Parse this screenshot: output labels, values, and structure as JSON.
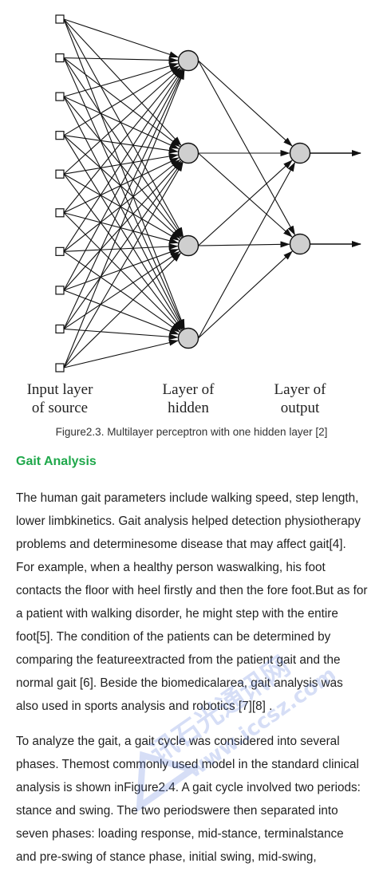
{
  "figure": {
    "input_label": [
      "Input layer",
      "of source"
    ],
    "hidden_label": [
      "Layer of",
      "hidden"
    ],
    "output_label": [
      "Layer of",
      "output"
    ],
    "input_nodes": 10,
    "hidden_nodes": 4,
    "output_nodes": 2,
    "caption": "Figure2.3. Multilayer perceptron with one hidden layer [2]"
  },
  "section": {
    "heading": "Gait Analysis",
    "heading_color": "#1fa84b"
  },
  "paragraph1": [
    "The human gait parameters include walking speed, step length,",
    "lower limbkinetics. Gait analysis helped detection physiotherapy",
    "problems and determinesome disease that may affect gait[4].",
    "For example, when a healthy person waswalking, his foot",
    "contacts the floor with heel firstly and then the fore foot.But as for",
    "a patient with walking disorder, he might step with the entire",
    "foot[5]. The condition of the patients can be determined by",
    "comparing the featureextracted from the patient gait and the",
    "normal gait [6]. Beside the biomedicalarea, gait analysis was",
    "also used in sports analysis and robotics [7][8] ."
  ],
  "paragraph2": [
    "To analyze the gait, a gait cycle was considered into several",
    "phases. Themost commonly used model in the standard clinical",
    "analysis is shown inFigure2.4. A gait cycle involved two periods:",
    "stance and swing. The two periodswere then separated into",
    "seven phases: loading response, mid-stance, terminalstance",
    "and pre-swing of stance phase, initial swing, mid-swing,"
  ],
  "watermark": {
    "text_cn": "讯石光通讯网",
    "text_url": "www.iccsz.com",
    "color": "#4a6fd8"
  }
}
